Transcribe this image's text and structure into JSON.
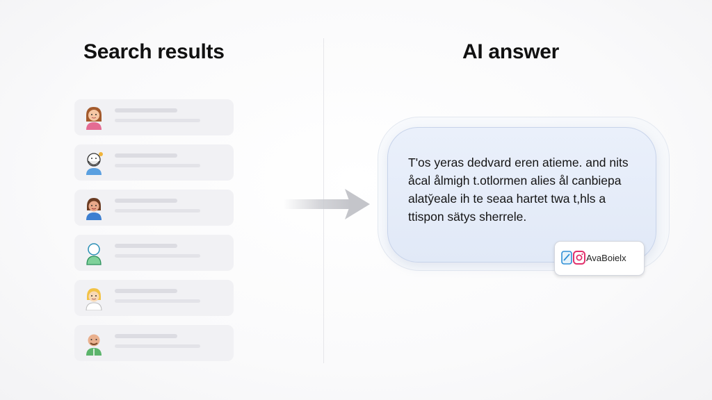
{
  "left_panel": {
    "heading": "Search results",
    "results": [
      {
        "avatar": "woman-avatar-icon"
      },
      {
        "avatar": "bearded-man-avatar-icon"
      },
      {
        "avatar": "brunette-woman-avatar-icon"
      },
      {
        "avatar": "outline-person-avatar-icon"
      },
      {
        "avatar": "blonde-woman-avatar-icon"
      },
      {
        "avatar": "bald-man-avatar-icon"
      }
    ]
  },
  "right_panel": {
    "heading": "AI answer",
    "answer_text": "T'os yeras dedvard eren atieme. and nits åcal ålmigh t.otlormen alies ål canbiepa alaty̆eale ih te seaa hartet twa t,hls a ttispon sätys sherrele.",
    "source_badge": {
      "label": "AvaBoielx",
      "icons": [
        "ai-brand-icon",
        "instagram-icon"
      ]
    }
  },
  "connector": {
    "icon": "arrow-right-icon"
  },
  "colors": {
    "bubble_fill": "#e4ebf8",
    "bubble_border": "#c7d3ea",
    "card_fill": "#f1f1f4",
    "arrow": "#c9cacf"
  }
}
